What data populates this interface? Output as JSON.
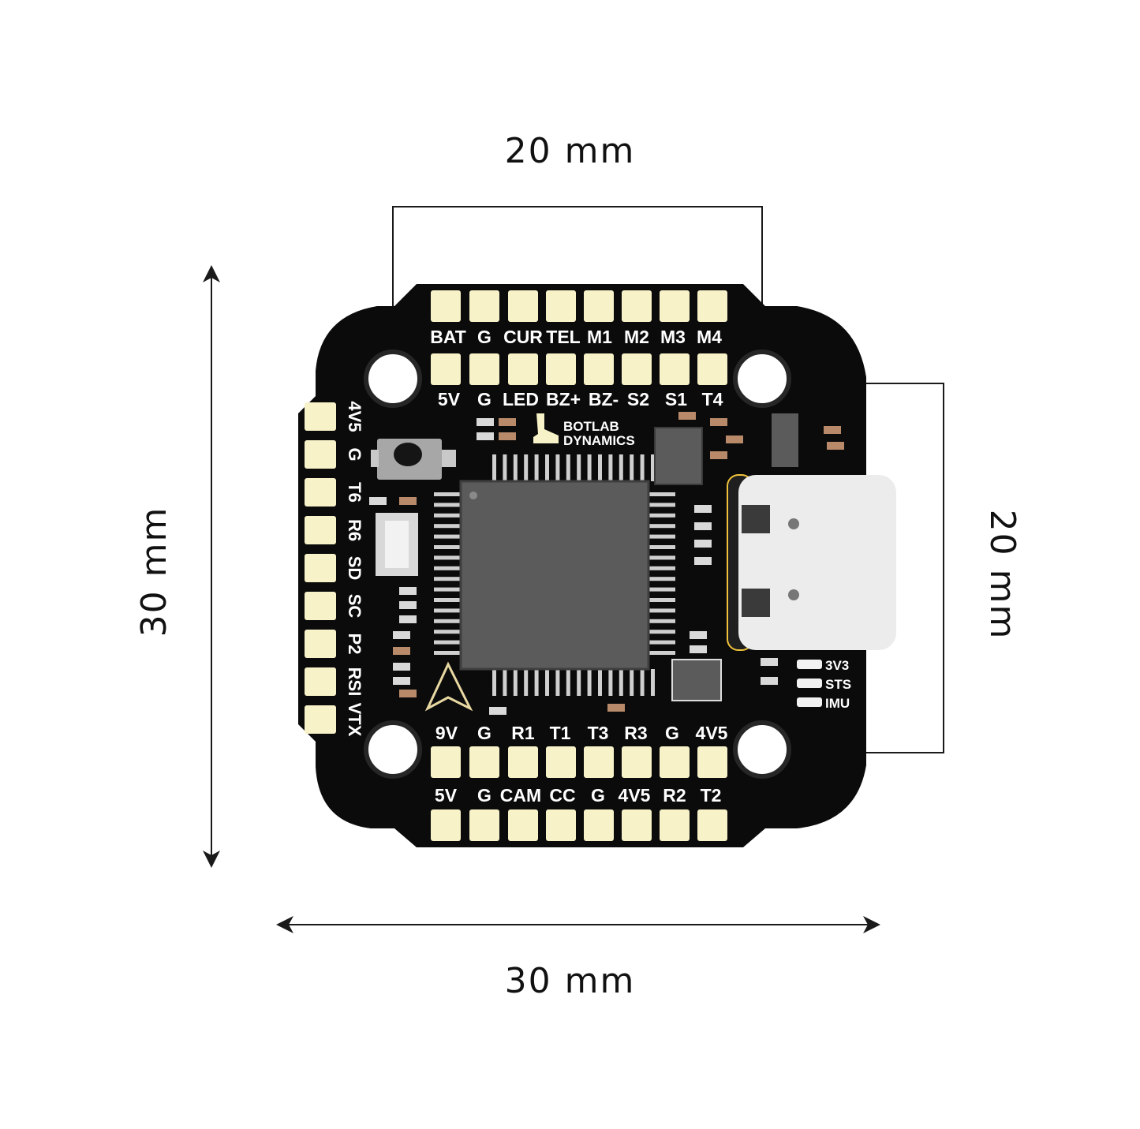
{
  "dimensions": {
    "top_width": "20 mm",
    "right_height": "20 mm",
    "left_height": "30 mm",
    "bottom_width": "30 mm"
  },
  "board": {
    "brand_line1": "BOTLAB",
    "brand_line2": "DYNAMICS",
    "pads_top_row1": [
      "BAT",
      "G",
      "CUR",
      "TEL",
      "M1",
      "M2",
      "M3",
      "M4"
    ],
    "pads_top_row2": [
      "5V",
      "G",
      "LED",
      "BZ+",
      "BZ-",
      "S2",
      "S1",
      "T4"
    ],
    "pads_left": [
      "4V5",
      "G",
      "T6",
      "R6",
      "SD",
      "SC",
      "P2",
      "RSI",
      "VTX"
    ],
    "pads_bottom_row1": [
      "9V",
      "G",
      "R1",
      "T1",
      "T3",
      "R3",
      "G",
      "4V5"
    ],
    "pads_bottom_row2": [
      "5V",
      "G",
      "CAM",
      "CC",
      "G",
      "4V5",
      "R2",
      "T2"
    ],
    "leds": [
      "3V3",
      "STS",
      "IMU"
    ]
  },
  "colors": {
    "pcb": "#0b0b0b",
    "pad": "#f7f2c7",
    "silkscreen": "#ffffff",
    "chip": "#5b5b5b",
    "usb": "#ececec",
    "dimension_line": "#1a1a1a"
  }
}
